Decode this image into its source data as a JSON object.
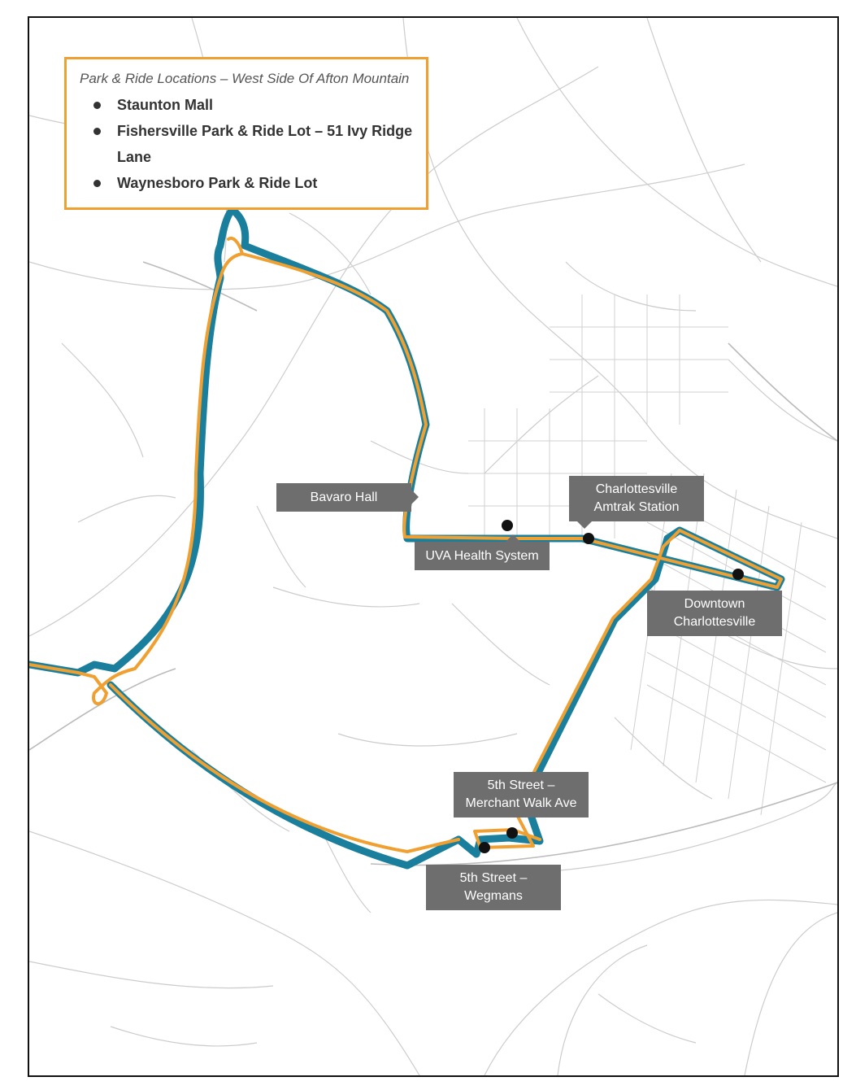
{
  "legend": {
    "title": "Park & Ride Locations – West Side Of Afton Mountain",
    "items": [
      {
        "label": "Staunton Mall"
      },
      {
        "label": "Fishersville Park & Ride Lot – 51 Ivy Ridge Lane"
      },
      {
        "label": "Waynesboro Park & Ride Lot"
      }
    ]
  },
  "stops": {
    "bavaro_hall": "Bavaro Hall",
    "uva_health": "UVA Health System",
    "amtrak": "Charlottesville\nAmtrak Station",
    "downtown": "Downtown\nCharlottesville",
    "merchant_walk": "5th Street –\nMerchant Walk Ave",
    "wegmans": "5th Street –\nWegmans"
  },
  "colors": {
    "route_outer": "#1a7f9c",
    "route_inner": "#f0a030",
    "callout_bg": "#6e6e6e",
    "legend_border": "#f0a030",
    "road": "#c8c8c8",
    "stop_dot": "#111111"
  }
}
